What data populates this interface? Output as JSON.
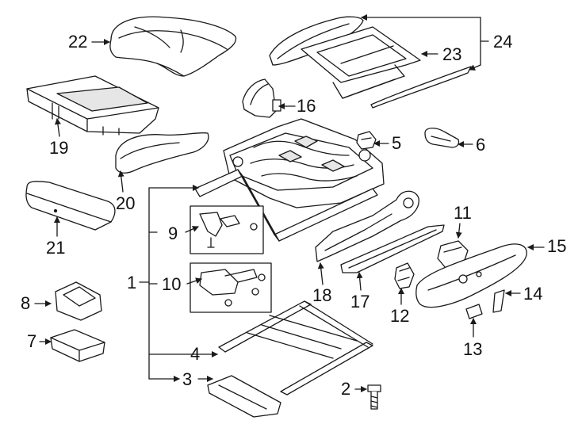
{
  "diagram": {
    "labels": [
      {
        "id": "p1",
        "text": "1"
      },
      {
        "id": "p2",
        "text": "2"
      },
      {
        "id": "p3",
        "text": "3"
      },
      {
        "id": "p4",
        "text": "4"
      },
      {
        "id": "p5",
        "text": "5"
      },
      {
        "id": "p6",
        "text": "6"
      },
      {
        "id": "p7",
        "text": "7"
      },
      {
        "id": "p8",
        "text": "8"
      },
      {
        "id": "p9",
        "text": "9"
      },
      {
        "id": "p10",
        "text": "10"
      },
      {
        "id": "p11",
        "text": "11"
      },
      {
        "id": "p12",
        "text": "12"
      },
      {
        "id": "p13",
        "text": "13"
      },
      {
        "id": "p14",
        "text": "14"
      },
      {
        "id": "p15",
        "text": "15"
      },
      {
        "id": "p16",
        "text": "16"
      },
      {
        "id": "p17",
        "text": "17"
      },
      {
        "id": "p18",
        "text": "18"
      },
      {
        "id": "p19",
        "text": "19"
      },
      {
        "id": "p20",
        "text": "20"
      },
      {
        "id": "p21",
        "text": "21"
      },
      {
        "id": "p22",
        "text": "22"
      },
      {
        "id": "p23",
        "text": "23"
      },
      {
        "id": "p24",
        "text": "24"
      }
    ],
    "stroke_color": "#1a1a1a",
    "fill_color": "#ffffff",
    "shade_color": "#e6e6e6"
  }
}
